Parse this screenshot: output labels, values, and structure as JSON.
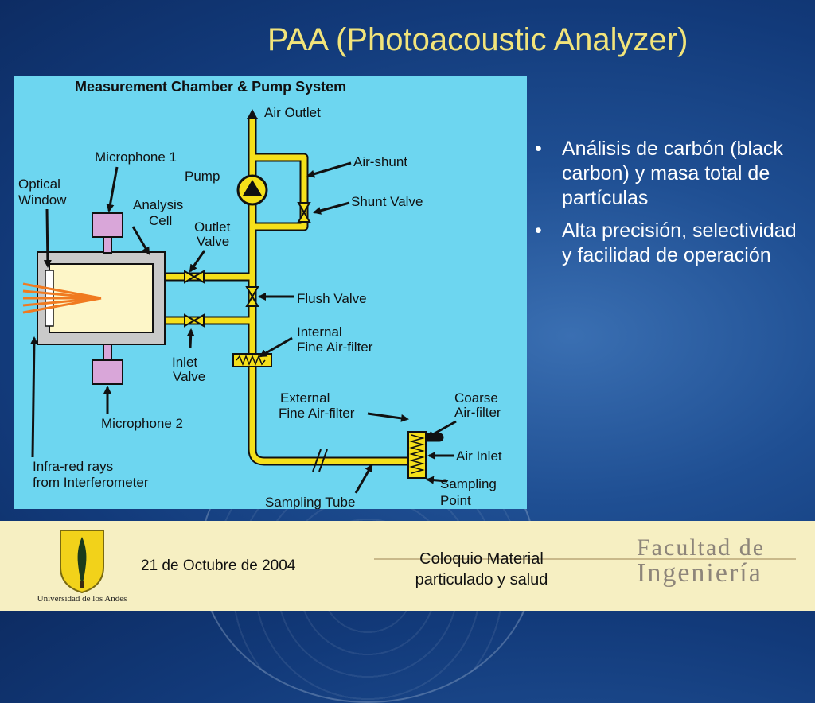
{
  "slide": {
    "title": "PAA (Photoacoustic Analyzer)",
    "bullets": [
      "Análisis de carbón (black carbon) y masa total de partículas",
      "Alta precisión, selectividad y facilidad de operación"
    ],
    "bullet_glyph": "•"
  },
  "diagram": {
    "heading": "Measurement Chamber & Pump System",
    "labels": {
      "air_outlet": "Air Outlet",
      "microphone_1": "Microphone 1",
      "pump": "Pump",
      "air_shunt": "Air-shunt",
      "optical_window_1": "Optical",
      "optical_window_2": "Window",
      "analysis_cell_1": "Analysis",
      "analysis_cell_2": "Cell",
      "shunt_valve": "Shunt Valve",
      "outlet_valve_1": "Outlet",
      "outlet_valve_2": "Valve",
      "flush_valve": "Flush Valve",
      "internal_filter_1": "Internal",
      "internal_filter_2": "Fine Air-filter",
      "inlet_valve_1": "Inlet",
      "inlet_valve_2": "Valve",
      "microphone_2": "Microphone 2",
      "external_filter_1": "External",
      "external_filter_2": "Fine Air-filter",
      "coarse_filter_1": "Coarse",
      "coarse_filter_2": "Air-filter",
      "air_inlet": "Air Inlet",
      "infrared_1": "Infra-red rays",
      "infrared_2": "from Interferometer",
      "sampling_tube": "Sampling Tube",
      "sampling_point_1": "Sampling",
      "sampling_point_2": "Point"
    },
    "colors": {
      "background": "#6dd6f0",
      "tube": "#f5e01a",
      "cell": "#fdf6c8",
      "microphone": "#d9a6d9",
      "arrow": "#f07a20"
    }
  },
  "footer": {
    "date": "21 de Octubre de 2004",
    "event_line1": "Coloquio Material",
    "event_line2": "particulado y salud",
    "university": "Universidad de los Andes",
    "faculty_line1": "Facultad de",
    "faculty_line2": "Ingeniería"
  }
}
